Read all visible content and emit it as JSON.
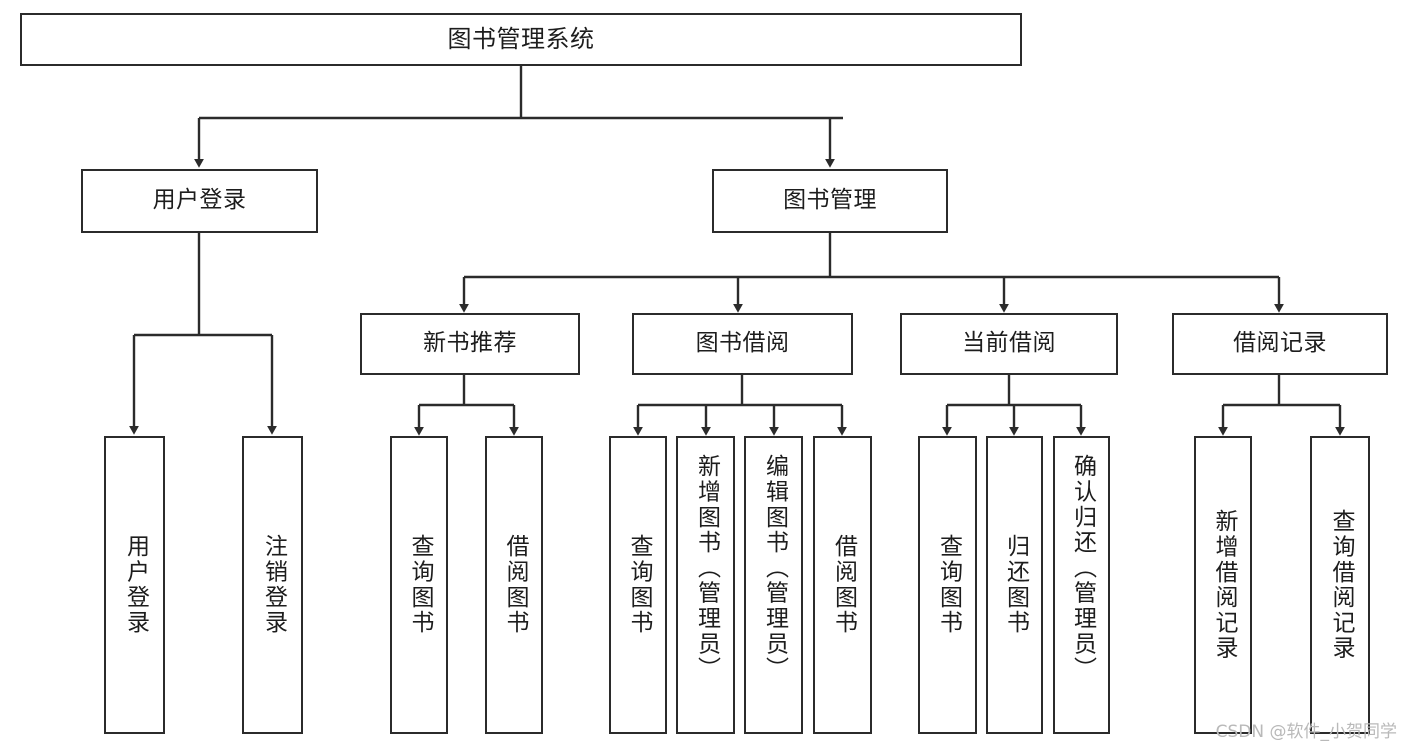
{
  "diagram": {
    "title": "图书管理系统",
    "type": "hierarchical-tree",
    "watermark": "CSDN @软件_小贺同学",
    "colors": {
      "background": "#ffffff",
      "box_border": "#2b2b2b",
      "box_fill": "#ffffff",
      "text": "#1d1d1d",
      "edge": "#2b2b2b",
      "watermark": "#b9b9b9"
    },
    "levels": {
      "root": [
        "图书管理系统"
      ],
      "level2": [
        "用户登录",
        "图书管理"
      ],
      "level3": [
        "新书推荐",
        "图书借阅",
        "当前借阅",
        "借阅记录"
      ],
      "leaves": [
        "用户登录",
        "注销登录",
        "查询图书",
        "借阅图书",
        "查询图书",
        "新增图书（管理员）",
        "编辑图书（管理员）",
        "借阅图书",
        "查询图书",
        "归还图书",
        "确认归还（管理员）",
        "新增借阅记录",
        "查询借阅记录"
      ]
    },
    "nodes": {
      "root": {
        "label": "图书管理系统"
      },
      "user_login": {
        "label": "用户登录"
      },
      "book_mgmt": {
        "label": "图书管理"
      },
      "new_book_rec": {
        "label": "新书推荐"
      },
      "book_borrow": {
        "label": "图书借阅"
      },
      "current_borrow": {
        "label": "当前借阅"
      },
      "borrow_record": {
        "label": "借阅记录"
      },
      "leaf_user_login": {
        "label": "用户登录"
      },
      "leaf_logout": {
        "label": "注销登录"
      },
      "leaf_query_book_1": {
        "label": "查询图书"
      },
      "leaf_borrow_book_1": {
        "label": "借阅图书"
      },
      "leaf_query_book_2": {
        "label": "查询图书"
      },
      "leaf_add_book_admin": {
        "label": "新增图书（管理员）"
      },
      "leaf_edit_book_admin": {
        "label": "编辑图书（管理员）"
      },
      "leaf_borrow_book_2": {
        "label": "借阅图书"
      },
      "leaf_query_book_3": {
        "label": "查询图书"
      },
      "leaf_return_book": {
        "label": "归还图书"
      },
      "leaf_confirm_return_admin": {
        "label": "确认归还（管理员）"
      },
      "leaf_add_borrow_record": {
        "label": "新增借阅记录"
      },
      "leaf_query_borrow_record": {
        "label": "查询借阅记录"
      }
    },
    "edges": [
      {
        "from": "root",
        "to": "user_login"
      },
      {
        "from": "root",
        "to": "book_mgmt"
      },
      {
        "from": "user_login",
        "to": "leaf_user_login"
      },
      {
        "from": "user_login",
        "to": "leaf_logout"
      },
      {
        "from": "book_mgmt",
        "to": "new_book_rec"
      },
      {
        "from": "book_mgmt",
        "to": "book_borrow"
      },
      {
        "from": "book_mgmt",
        "to": "current_borrow"
      },
      {
        "from": "book_mgmt",
        "to": "borrow_record"
      },
      {
        "from": "new_book_rec",
        "to": "leaf_query_book_1"
      },
      {
        "from": "new_book_rec",
        "to": "leaf_borrow_book_1"
      },
      {
        "from": "book_borrow",
        "to": "leaf_query_book_2"
      },
      {
        "from": "book_borrow",
        "to": "leaf_add_book_admin"
      },
      {
        "from": "book_borrow",
        "to": "leaf_edit_book_admin"
      },
      {
        "from": "book_borrow",
        "to": "leaf_borrow_book_2"
      },
      {
        "from": "current_borrow",
        "to": "leaf_query_book_3"
      },
      {
        "from": "current_borrow",
        "to": "leaf_return_book"
      },
      {
        "from": "current_borrow",
        "to": "leaf_confirm_return_admin"
      },
      {
        "from": "borrow_record",
        "to": "leaf_add_borrow_record"
      },
      {
        "from": "borrow_record",
        "to": "leaf_query_borrow_record"
      }
    ]
  }
}
